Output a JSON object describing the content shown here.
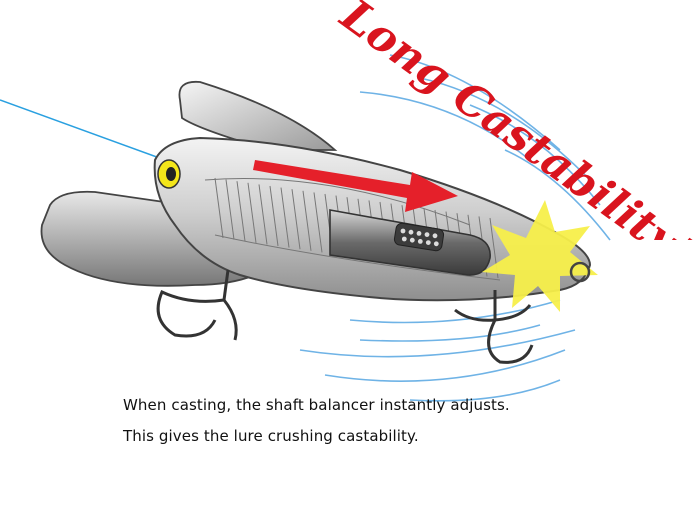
{
  "headline": "Long Castability!!",
  "captions": {
    "line1": "When casting, the shaft balancer instantly adjusts.",
    "line2": "This gives the lure crushing castability."
  },
  "colors": {
    "headline": "#d9141e",
    "arrow": "#e5202a",
    "fishing_line": "#2aa0e0",
    "wind_lines": "#6fb3e6",
    "burst": "#f7ef4a",
    "body_gray": "#bdbdbd",
    "eye": "#f4e61a"
  },
  "icons": {
    "lure": "lure-illustration",
    "arrow": "cast-direction-arrow",
    "burst": "impact-burst"
  }
}
